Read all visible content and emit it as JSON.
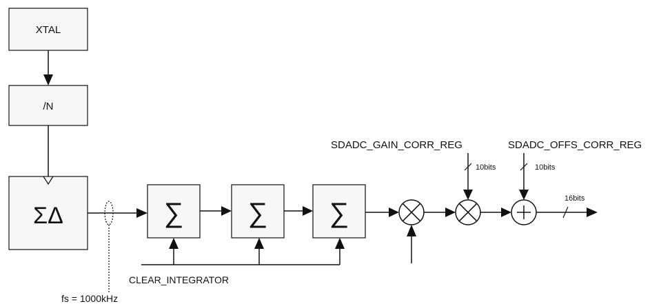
{
  "blocks": {
    "xtal": "XTAL",
    "divider": "/N",
    "modulator": "ΣΔ",
    "integrator_symbol": "∑"
  },
  "labels": {
    "fs": "fs = 1000kHz",
    "clear": "CLEAR_INTEGRATOR",
    "gain_reg": "SDADC_GAIN_CORR_REG",
    "offs_reg": "SDADC_OFFS_CORR_REG",
    "gain_bits": "10bits",
    "offs_bits": "10bits",
    "out_bits": "16bits"
  }
}
